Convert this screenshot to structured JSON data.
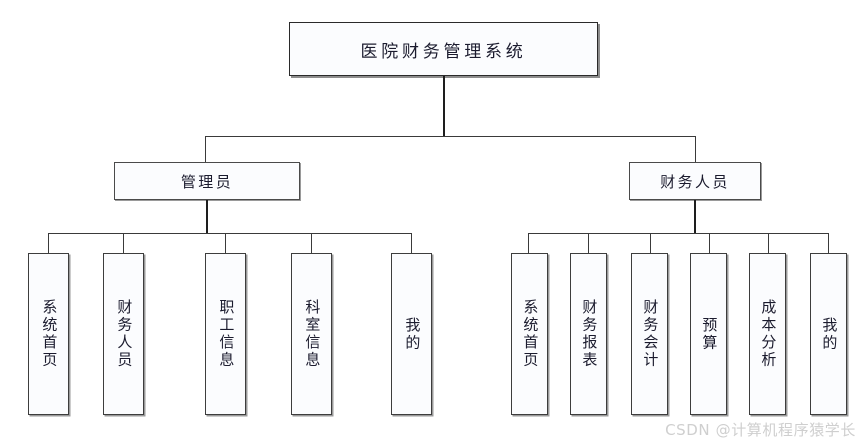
{
  "diagram": {
    "type": "tree-hierarchy",
    "title": "医院财务管理系统",
    "root": {
      "label": "医院财务管理系统"
    },
    "branches": [
      {
        "id": "admin",
        "label": "管理员",
        "leaves": [
          {
            "label": "系统首页"
          },
          {
            "label": "财务人员"
          },
          {
            "label": "职工信息"
          },
          {
            "label": "科室信息"
          },
          {
            "label": "我的"
          }
        ]
      },
      {
        "id": "finance-staff",
        "label": "财务人员",
        "leaves": [
          {
            "label": "系统首页"
          },
          {
            "label": "财务报表"
          },
          {
            "label": "财务会计"
          },
          {
            "label": "预算"
          },
          {
            "label": "成本分析"
          },
          {
            "label": "我的"
          }
        ]
      }
    ]
  },
  "watermark": {
    "text": "CSDN @计算机程序猿学长"
  },
  "colors": {
    "box_border": "#3d3d3d",
    "box_fill": "#fbfcfe",
    "line": "#3a3a3a",
    "text": "#1b1b2e",
    "watermark": "#cfcfcf",
    "background": "#ffffff"
  }
}
